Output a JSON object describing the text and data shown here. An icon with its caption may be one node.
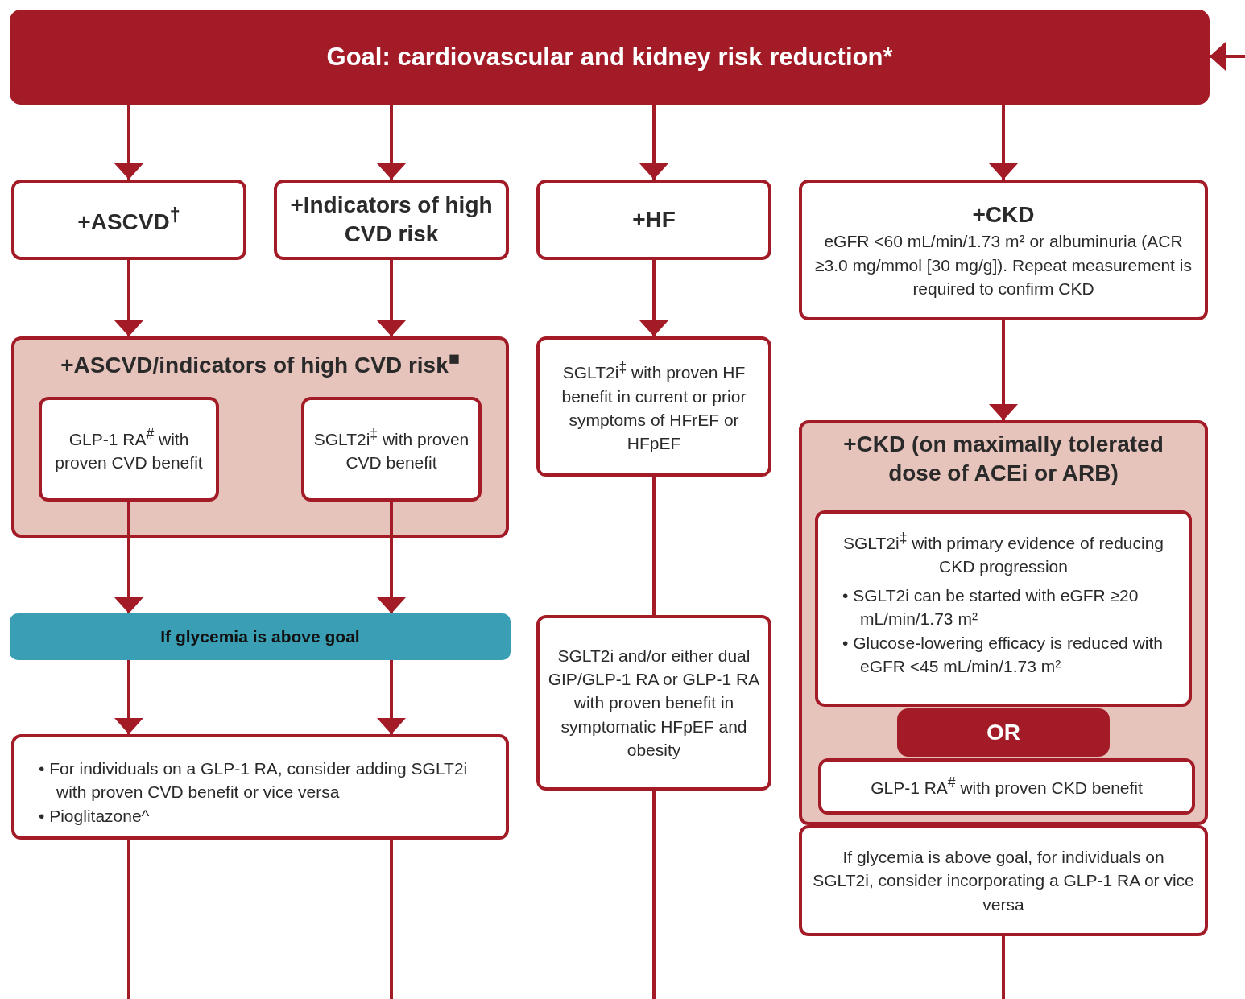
{
  "diagram": {
    "nodes": [
      {
        "text": [
          "Goal: cardiovascular and kidney risk reduction*"
        ]
      },
      {
        "text": [
          "+ASCVD$^{†}$"
        ]
      },
      {
        "text": [
          "+Indicators of high CVD risk"
        ]
      },
      {
        "text": [
          "+HF"
        ]
      },
      {
        "text": [
          "+CKD",
          "eGFR <60 mL/min/1.73 m² or albuminuria (ACR ≥3.0 mg/mmol [30 mg/g]). Repeat measurement is required to confirm CKD"
        ]
      },
      {
        "text": [
          "+ASCVD/indicators of high CVD risk$^{■}$"
        ]
      },
      {
        "text": [
          "GLP-1 RA$^{#}$ with proven CVD benefit"
        ],
        "in": 5
      },
      {
        "text": [
          "SGLT2i$^{‡}$ with proven CVD benefit"
        ],
        "in": 5
      },
      {
        "text": [
          "SGLT2i$^{‡}$ with proven HF benefit in current or prior symptoms of HFrEF or HFpEF"
        ]
      },
      {
        "text": [
          "If glycemia is above goal"
        ]
      },
      {
        "text": [
          "SGLT2i and/or either dual GIP/GLP-1 RA or GLP-1 RA with proven benefit in symptomatic HFpEF and obesity"
        ]
      },
      {
        "text": [
          "• For individuals on a GLP-1 RA, consider adding SGLT2i with proven CVD benefit or vice versa",
          "• Pioglitazone^"
        ]
      },
      {
        "text": [
          "+CKD (on maximally tolerated dose of ACEi or ARB)"
        ]
      },
      {
        "text": [
          "SGLT2i$^{‡}$ with primary evidence of reducing CKD progression",
          "• SGLT2i can be started with eGFR ≥20 mL/min/1.73 m²",
          "• Glucose-lowering efficacy is reduced with eGFR <45 mL/min/1.73 m²"
        ],
        "in": 12
      },
      {
        "text": [
          "OR"
        ],
        "in": 12
      },
      {
        "text": [
          "GLP-1 RA$^{#}$ with proven CKD benefit"
        ],
        "in": 12
      },
      {
        "text": [
          "If glycemia is above goal, for individuals on SGLT2i, consider incorporating a GLP-1 RA or vice versa"
        ]
      }
    ],
    "edges": [
      {
        "from": null,
        "to": 0,
        "arrow": "to"
      },
      {
        "from": 0,
        "to": 1,
        "arrow": "to"
      },
      {
        "from": 0,
        "to": 2,
        "arrow": "to"
      },
      {
        "from": 0,
        "to": 3,
        "arrow": "to"
      },
      {
        "from": 0,
        "to": 4,
        "arrow": "to"
      },
      {
        "from": 1,
        "to": 5,
        "arrow": "to"
      },
      {
        "from": 2,
        "to": 5,
        "arrow": "to"
      },
      {
        "from": 3,
        "to": 8,
        "arrow": "to"
      },
      {
        "from": 4,
        "to": 12,
        "arrow": "to"
      },
      {
        "from": 6,
        "to": 9,
        "arrow": "to"
      },
      {
        "from": 7,
        "to": 9,
        "arrow": "to"
      },
      {
        "from": 8,
        "to": 10,
        "arrow": "none"
      },
      {
        "from": 9,
        "to": 11,
        "arrow": "to"
      },
      {
        "from": 9,
        "to": 11,
        "arrow": "to"
      },
      {
        "from": 11,
        "to": null,
        "arrow": "none"
      },
      {
        "from": 11,
        "to": null,
        "arrow": "none"
      },
      {
        "from": 10,
        "to": null,
        "arrow": "none"
      },
      {
        "from": 16,
        "to": null,
        "arrow": "none"
      }
    ]
  }
}
